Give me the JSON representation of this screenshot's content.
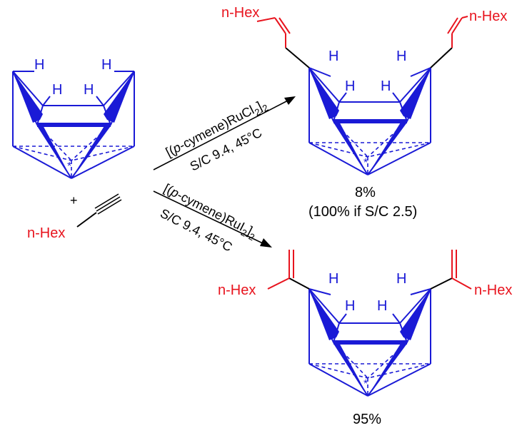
{
  "diagram": {
    "colors": {
      "cage": "#1a1ad6",
      "substituent": "#e8141e",
      "text": "#000000"
    },
    "labels": {
      "n_hex": "n-Hex",
      "h": "H",
      "plus": "+",
      "star": "*"
    },
    "reaction_top": {
      "catalyst_prefix": "[(",
      "catalyst_italic": "p",
      "catalyst_main": "-cymene)RuCl",
      "sub": "2",
      "close": "]",
      "sub2": "2",
      "conditions": "S/C 9.4, 45°C"
    },
    "reaction_bottom": {
      "catalyst_prefix": "[(",
      "catalyst_italic": "p",
      "catalyst_main": "-cymene)RuI",
      "sub": "2",
      "close": "]",
      "sub2": "2",
      "conditions": "S/C 9.4, 45°C"
    },
    "yields": {
      "top": "8%",
      "top_note": "(100% if S/C 2.5)",
      "bottom": "95%"
    }
  }
}
